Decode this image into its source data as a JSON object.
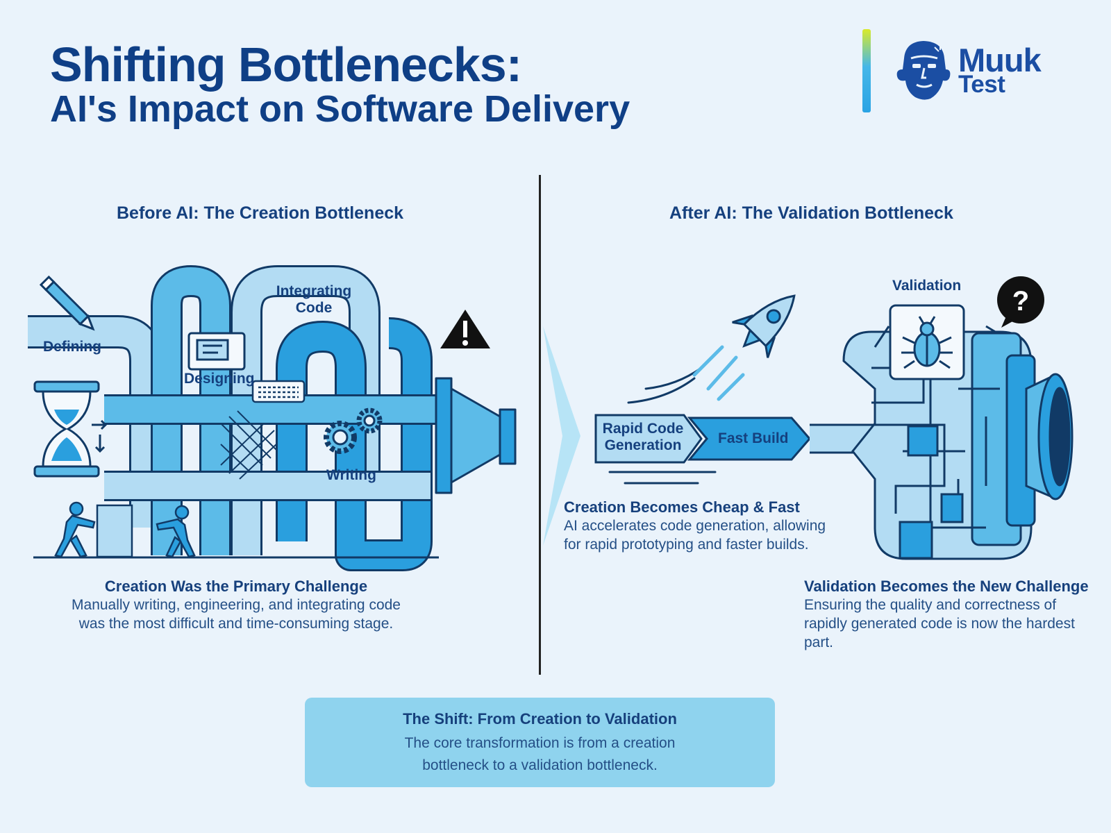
{
  "header": {
    "title": "Shifting Bottlenecks:",
    "subtitle": "AI's Impact on Software Delivery"
  },
  "logo": {
    "line1": "Muuk",
    "line2": "Test",
    "icon": "face-logo-icon"
  },
  "left_panel": {
    "heading": "Before AI: The Creation Bottleneck",
    "labels": {
      "defining": "Defining",
      "designing": "Designing",
      "integrating": "Integrating Code",
      "writing": "Writing"
    },
    "caption_title": "Creation Was the Primary Challenge",
    "caption_body": "Manually writing, engineering, and integrating code was the most difficult and time-consuming stage."
  },
  "right_panel": {
    "heading": "After AI: The Validation Bottleneck",
    "labels": {
      "rapid_code_generation": "Rapid Code Generation",
      "fast_build": "Fast Build",
      "validation": "Validation"
    },
    "caption1_title": "Creation Becomes Cheap & Fast",
    "caption1_body": "AI accelerates code generation, allowing for rapid prototyping and faster builds.",
    "caption2_title": "Validation Becomes the New Challenge",
    "caption2_body": "Ensuring the quality and correctness of rapidly generated code is now the hardest part."
  },
  "shift_box": {
    "title": "The Shift: From Creation to Validation",
    "body": "The core transformation is from a creation bottleneck to a validation bottleneck."
  },
  "colors": {
    "background": "#eaf3fb",
    "navy": "#0f3f86",
    "pipe_light": "#b3dcf3",
    "pipe_mid": "#5cbbe8",
    "pipe_dark": "#2a9fde",
    "outline": "#113a66",
    "shift_box": "#8fd3ee"
  },
  "icons": [
    "pencil-icon",
    "hourglass-icon",
    "warning-icon",
    "computer-screen-icon",
    "keyboard-icon",
    "gears-icon",
    "worker-pushing-icon",
    "rocket-icon",
    "bug-icon",
    "question-bubble-icon",
    "transition-arrow-icon"
  ]
}
